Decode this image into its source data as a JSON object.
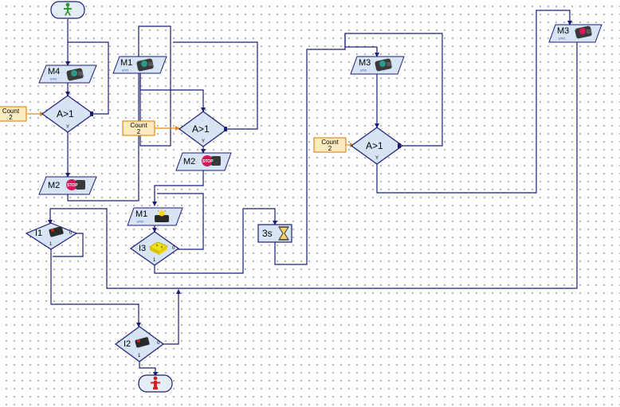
{
  "colors": {
    "wire": "#1c1c7a",
    "block_fill": "#d6e4f4",
    "block_stroke": "#1c1c7a",
    "counter_fill": "#fdebc0",
    "counter_stroke": "#e08a1e",
    "start_end_fill": "#e4ecf6",
    "start_icon": "#2c9a2c",
    "end_icon": "#d42020",
    "stop_badge": "#d8185a"
  },
  "icons": {
    "start": "green-traffic-light-figure",
    "end": "red-traffic-light-figure",
    "motor": "motor-icon",
    "stop": "stop-sign-icon",
    "lamp": "lamp-icon",
    "pushbutton": "pushbutton-icon",
    "phototransistor": "phototransistor-icon",
    "timer": "hourglass-icon"
  },
  "motor_blocks": [
    {
      "id": "m4",
      "label": "M4",
      "sub": "v=n",
      "icon": "motor"
    },
    {
      "id": "m1a",
      "label": "M1",
      "sub": "v=n",
      "icon": "motor"
    },
    {
      "id": "m3a",
      "label": "M3",
      "sub": "v=n",
      "icon": "motor"
    },
    {
      "id": "m3b",
      "label": "M3",
      "sub": "v=n",
      "icon": "motor"
    },
    {
      "id": "m2a",
      "label": "M2",
      "sub": "",
      "icon": "stop"
    },
    {
      "id": "m2b",
      "label": "M2",
      "sub": "",
      "icon": "stop"
    },
    {
      "id": "m1b",
      "label": "M1",
      "sub": "v=n",
      "icon": "lamp"
    }
  ],
  "stop_text": "STOP",
  "counters": [
    {
      "id": "c1",
      "title": "Count",
      "value": "2"
    },
    {
      "id": "c2",
      "title": "Count",
      "value": "2"
    },
    {
      "id": "c3",
      "title": "Count",
      "value": "2"
    }
  ],
  "compare_blocks": [
    {
      "id": "d1",
      "expr": "A>1",
      "yes": "Y"
    },
    {
      "id": "d2",
      "expr": "A>1",
      "yes": "Y"
    },
    {
      "id": "d3",
      "expr": "A>1",
      "yes": "Y"
    }
  ],
  "input_blocks": [
    {
      "id": "i1",
      "label": "I1",
      "yes": "1",
      "no": "0",
      "icon": "pushbutton"
    },
    {
      "id": "i3",
      "label": "I3",
      "yes": "1",
      "no": "0",
      "icon": "phototransistor"
    },
    {
      "id": "i2",
      "label": "I2",
      "yes": "1",
      "no": "0",
      "icon": "pushbutton"
    }
  ],
  "timer": {
    "label": "3s",
    "icon": "timer"
  }
}
